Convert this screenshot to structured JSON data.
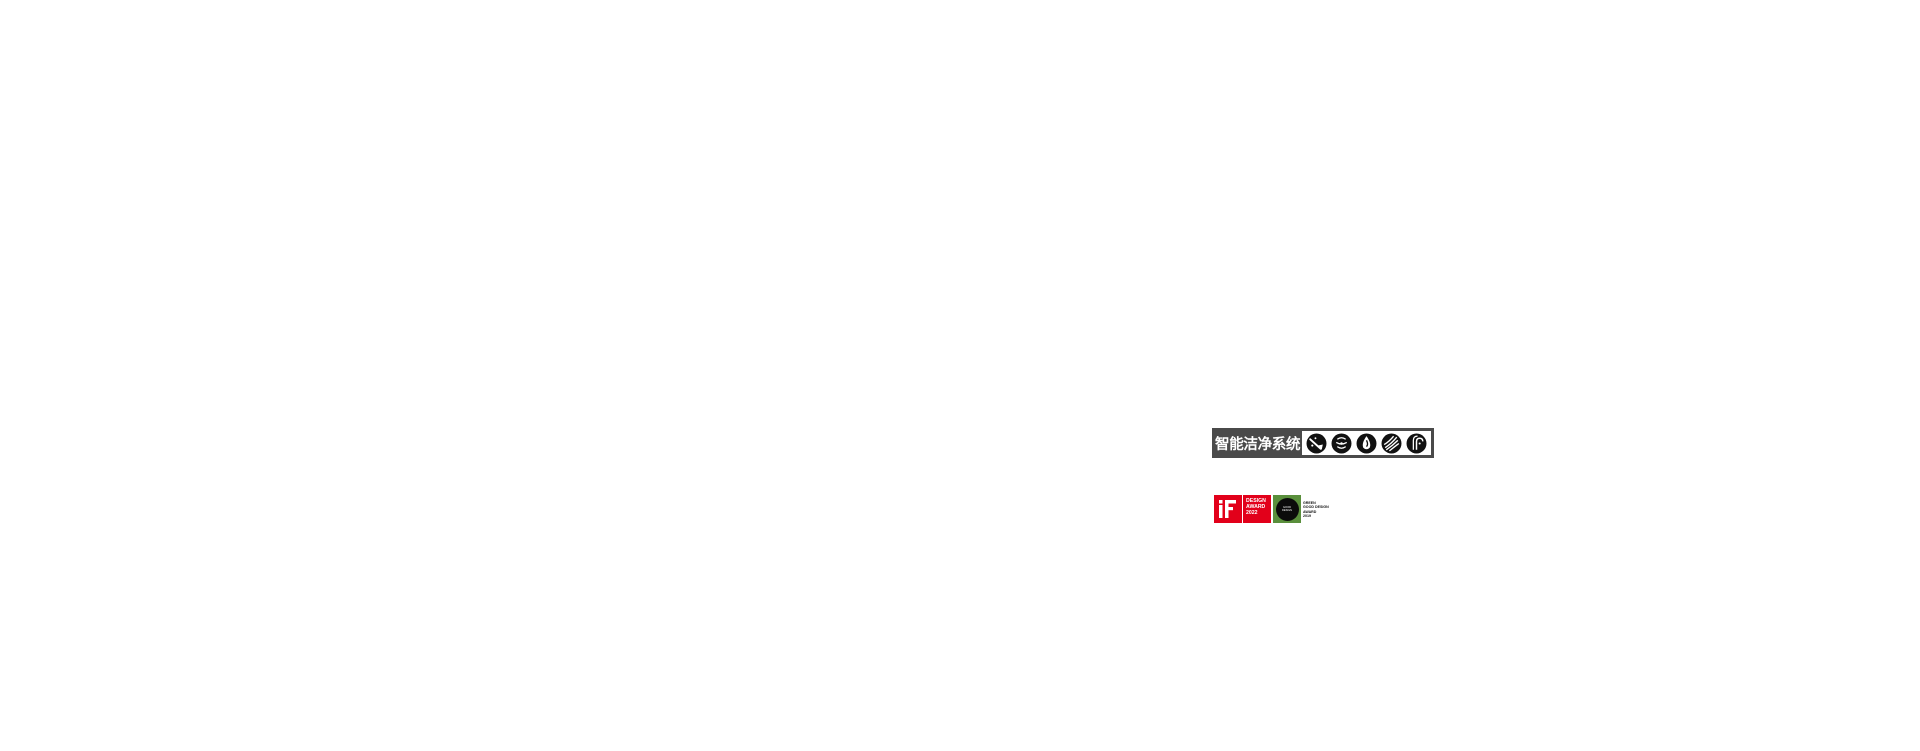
{
  "feature_badge": {
    "title": "智能洁净系统",
    "background_color": "#4a4a4a",
    "icons": [
      "sterilization-icon",
      "fan-icon",
      "water-drop-icon",
      "airflow-icon",
      "cycle-clean-icon"
    ]
  },
  "awards": {
    "if": {
      "logo_text": "iF",
      "line1": "DESIGN",
      "line2": "AWARD",
      "line3": "2022",
      "color": "#e2001a"
    },
    "good_design": {
      "seal_line1": "GOOD",
      "seal_line2": "DESIGN",
      "text_line1": "GREEN",
      "text_line2": "GOOD DESIGN",
      "text_line3": "AWARD",
      "text_line4": "2019",
      "color": "#5a8f3c"
    }
  }
}
